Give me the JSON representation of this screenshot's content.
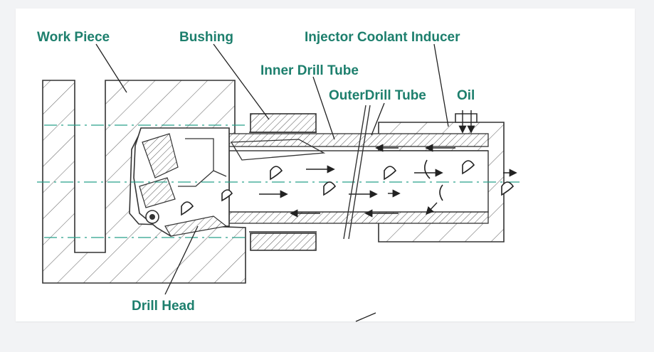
{
  "labels": {
    "work_piece": "Work Piece",
    "bushing": "Bushing",
    "injector": "Injector Coolant Inducer",
    "inner_tube": "Inner Drill Tube",
    "outer_tube": "OuterDrill Tube",
    "oil": "Oil",
    "drill_head": "Drill Head"
  },
  "colors": {
    "label": "#1d7f6d",
    "centerline": "#27a08a",
    "line": "#333333"
  }
}
